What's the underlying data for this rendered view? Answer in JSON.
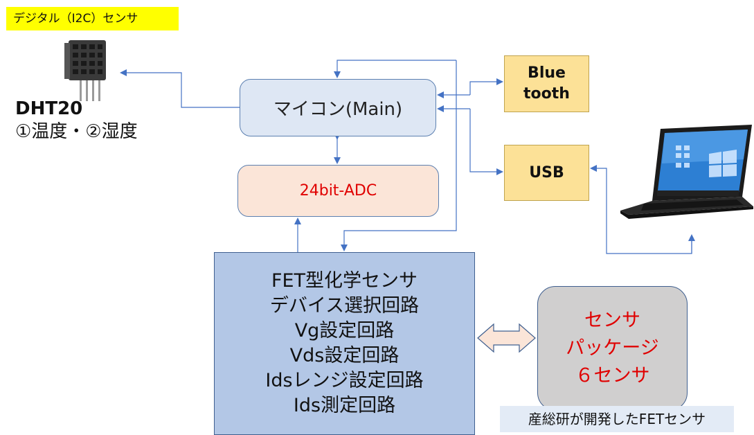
{
  "tag": {
    "text": "デジタル（I2C）センサ",
    "color": "#ffff00"
  },
  "sensor": {
    "name": "DHT20",
    "measures": "①温度・②湿度",
    "icon": "dht20-sensor-icon"
  },
  "mcu": {
    "label": "マイコン(Main)",
    "color": "#dee7f4"
  },
  "adc": {
    "label": "24bit-ADC",
    "color": "#fbe5d8",
    "text_color": "#e00000"
  },
  "bluetooth": {
    "line1": "Blue",
    "line2": "tooth"
  },
  "usb": {
    "label": "USB"
  },
  "fet_circuits": {
    "lines": [
      "FET型化学センサ",
      "デバイス選択回路",
      "Vg設定回路",
      "Vds設定回路",
      "Idsレンジ設定回路",
      "Ids測定回路"
    ]
  },
  "package": {
    "lines": [
      "センサ",
      "パッケージ",
      "６センサ"
    ],
    "text_color": "#e00000"
  },
  "caption": {
    "text": "産総研が開発したFETセンサ"
  },
  "laptop": {
    "icon": "laptop-icon"
  },
  "colors": {
    "arrow": "#4472c4",
    "box_border": "#5b7fb0",
    "yellow_box": "#fce197"
  }
}
